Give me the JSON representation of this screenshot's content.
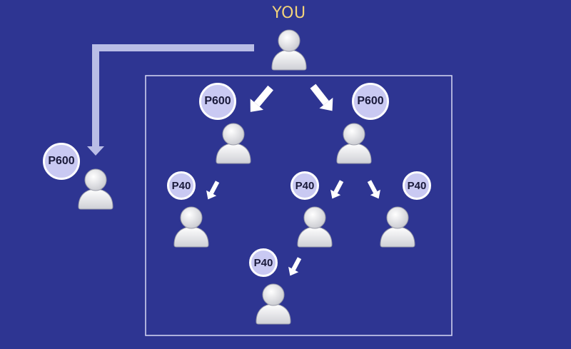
{
  "diagram": {
    "you_label": "YOU",
    "badges": {
      "left_branch": "P600",
      "mid_left": "P600",
      "mid_right": "P600",
      "lvl2_left": "P40",
      "lvl2_center": "P40",
      "lvl2_right": "P40",
      "lvl3": "P40"
    },
    "colors": {
      "background": "#2e3592",
      "you_label": "#f2d27a",
      "badge_fill": "#c9c9f2",
      "connector": "#b9bde6",
      "arrow": "#ffffff",
      "frame": "#d8daf5"
    },
    "icons": [
      "person-icon",
      "arrow-icon",
      "connector-arrow"
    ]
  }
}
